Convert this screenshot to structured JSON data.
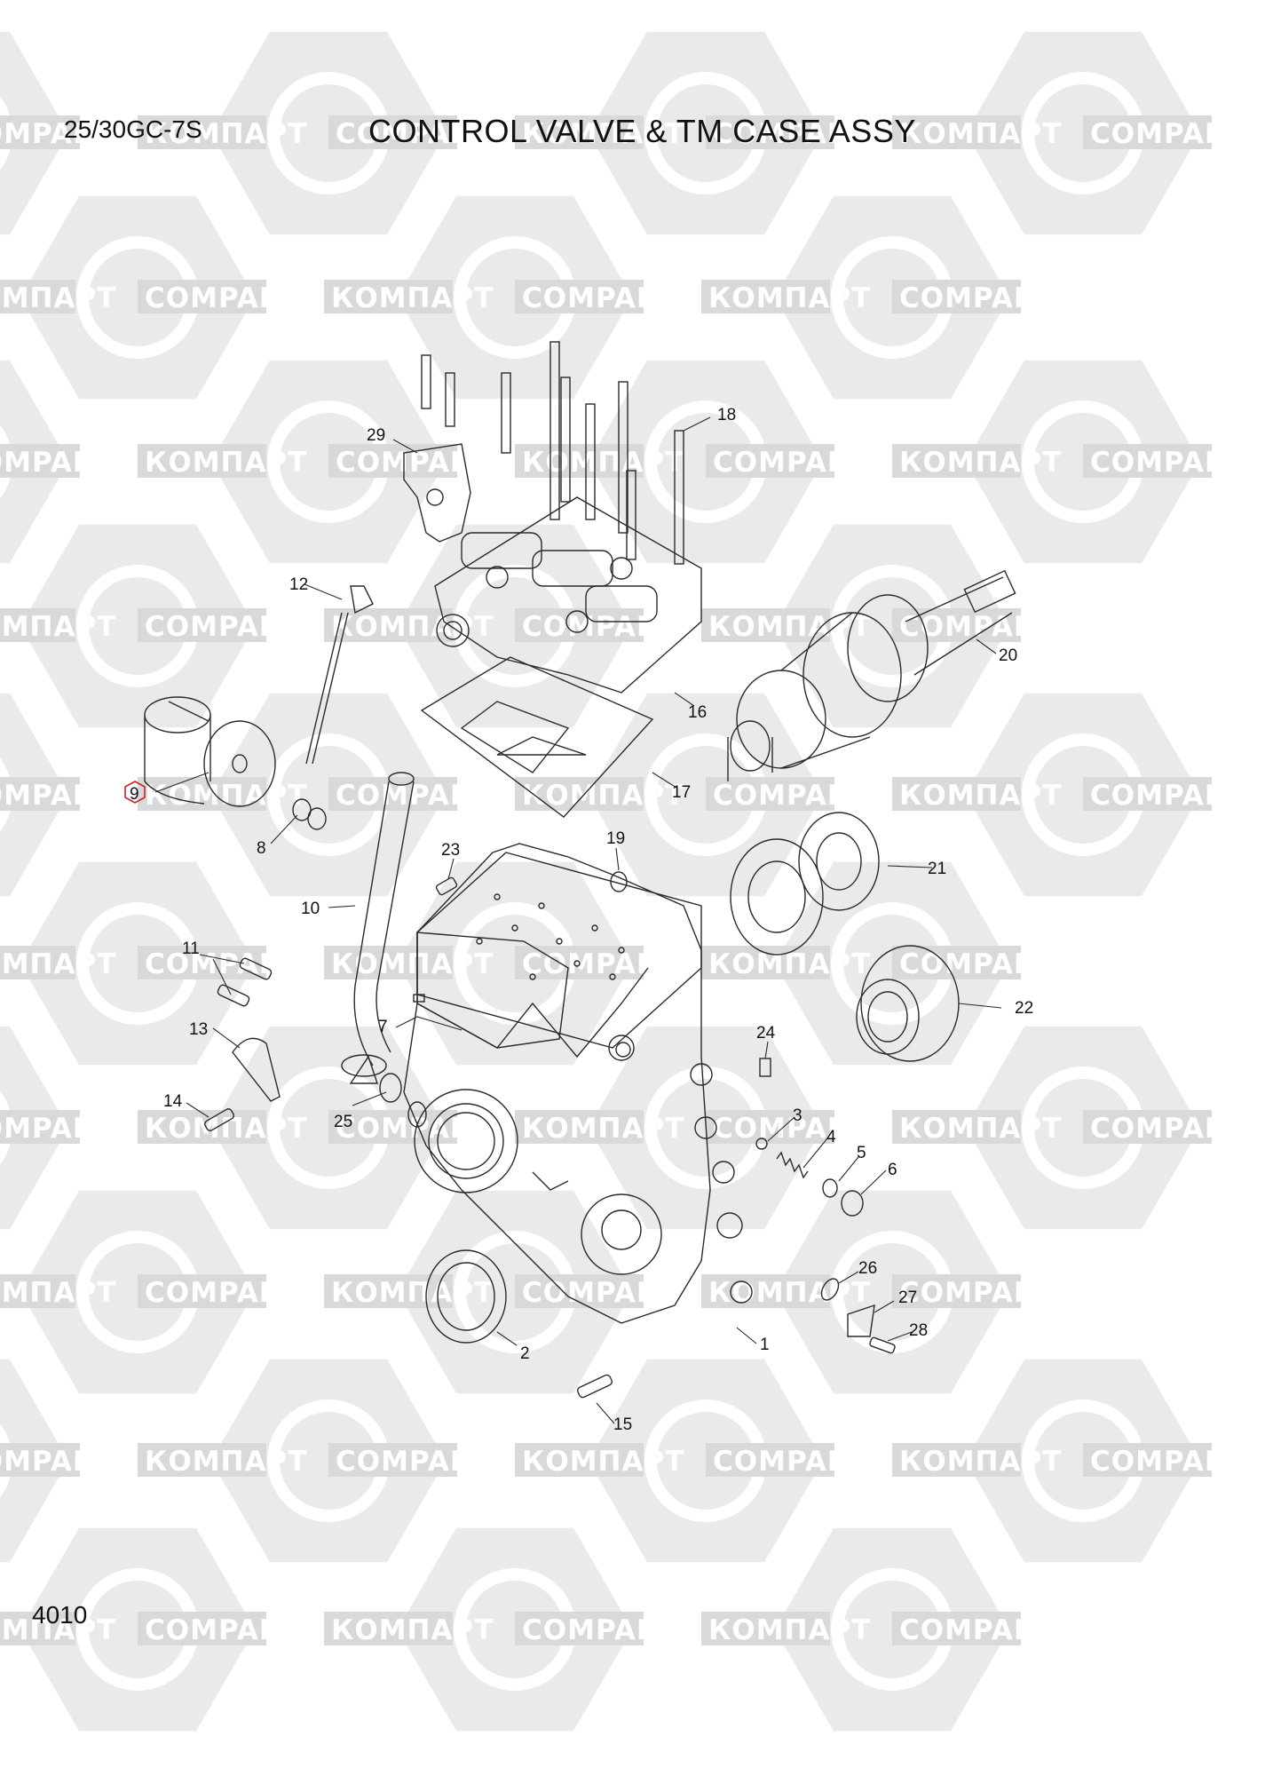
{
  "header": {
    "model": "25/30GC-7S",
    "title": "CONTROL VALVE & TM CASE ASSY"
  },
  "footer": {
    "page_number": "4010"
  },
  "watermark": {
    "text_cyrillic": "КОМПАРТ",
    "text_latin": "COMPART",
    "color": "#d9d9d9"
  },
  "highlight_color": "#cc2222",
  "callouts": [
    {
      "id": "c1",
      "label": "1"
    },
    {
      "id": "c2",
      "label": "2"
    },
    {
      "id": "c3",
      "label": "3"
    },
    {
      "id": "c4",
      "label": "4"
    },
    {
      "id": "c5",
      "label": "5"
    },
    {
      "id": "c6",
      "label": "6"
    },
    {
      "id": "c7",
      "label": "7"
    },
    {
      "id": "c8",
      "label": "8"
    },
    {
      "id": "c9",
      "label": "9"
    },
    {
      "id": "c10",
      "label": "10"
    },
    {
      "id": "c11",
      "label": "11"
    },
    {
      "id": "c12",
      "label": "12"
    },
    {
      "id": "c13",
      "label": "13"
    },
    {
      "id": "c14",
      "label": "14"
    },
    {
      "id": "c15",
      "label": "15"
    },
    {
      "id": "c16",
      "label": "16"
    },
    {
      "id": "c17",
      "label": "17"
    },
    {
      "id": "c18",
      "label": "18"
    },
    {
      "id": "c19",
      "label": "19"
    },
    {
      "id": "c20",
      "label": "20"
    },
    {
      "id": "c21",
      "label": "21"
    },
    {
      "id": "c22",
      "label": "22"
    },
    {
      "id": "c23",
      "label": "23"
    },
    {
      "id": "c24",
      "label": "24"
    },
    {
      "id": "c25",
      "label": "25"
    },
    {
      "id": "c26",
      "label": "26"
    },
    {
      "id": "c27",
      "label": "27"
    },
    {
      "id": "c28",
      "label": "28"
    },
    {
      "id": "c29",
      "label": "29"
    }
  ]
}
